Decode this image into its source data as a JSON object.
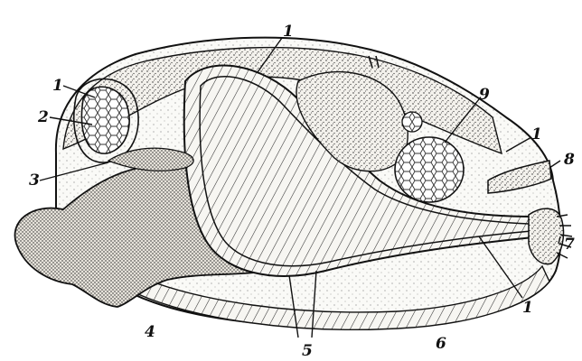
{
  "figure": {
    "labels": [
      {
        "id": "l1a",
        "text": "1"
      },
      {
        "id": "l2",
        "text": "2"
      },
      {
        "id": "l3",
        "text": "3"
      },
      {
        "id": "l4",
        "text": "4"
      },
      {
        "id": "l5",
        "text": "5"
      },
      {
        "id": "l6",
        "text": "6"
      },
      {
        "id": "l7",
        "text": "7"
      },
      {
        "id": "l8",
        "text": "8"
      },
      {
        "id": "l9",
        "text": "9"
      },
      {
        "id": "l1b",
        "text": "1"
      },
      {
        "id": "l1c",
        "text": "1"
      },
      {
        "id": "l1d",
        "text": "1"
      }
    ]
  },
  "colors": {
    "ink": "#111111",
    "paper": "#ffffff",
    "stipple": "#2a2a2a"
  }
}
